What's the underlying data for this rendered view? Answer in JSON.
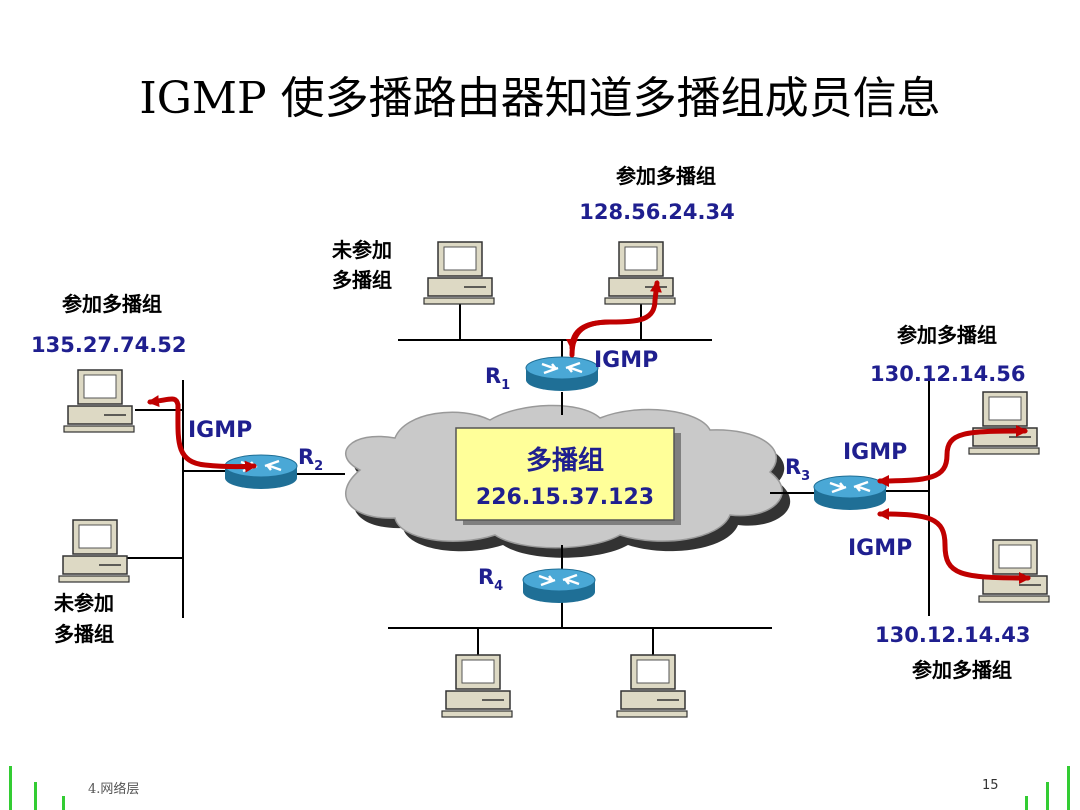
{
  "title": "IGMP 使多播路由器知道多播组成员信息",
  "labels": {
    "join": "参加多播组",
    "not_join_line1": "未参加",
    "not_join_line2": "多播组",
    "ip_top": "128.56.24.34",
    "ip_left": "135.27.74.52",
    "ip_right_top": "130.12.14.56",
    "ip_right_bottom": "130.12.14.43",
    "igmp": "IGMP"
  },
  "routers": {
    "r1": {
      "name": "R",
      "sub": "1"
    },
    "r2": {
      "name": "R",
      "sub": "2"
    },
    "r3": {
      "name": "R",
      "sub": "3"
    },
    "r4": {
      "name": "R",
      "sub": "4"
    }
  },
  "group": {
    "name": "多播组",
    "address": "226.15.37.123"
  },
  "footer": {
    "chapter": "4.网络层",
    "page": "15"
  },
  "colors": {
    "arrow": "#c00000",
    "label_blue": "#1f1f8f",
    "group_box": "#ffff99",
    "router": "#2f8fb8",
    "cloud": "#c9c9c9",
    "footer_bar": "#33cc33"
  }
}
